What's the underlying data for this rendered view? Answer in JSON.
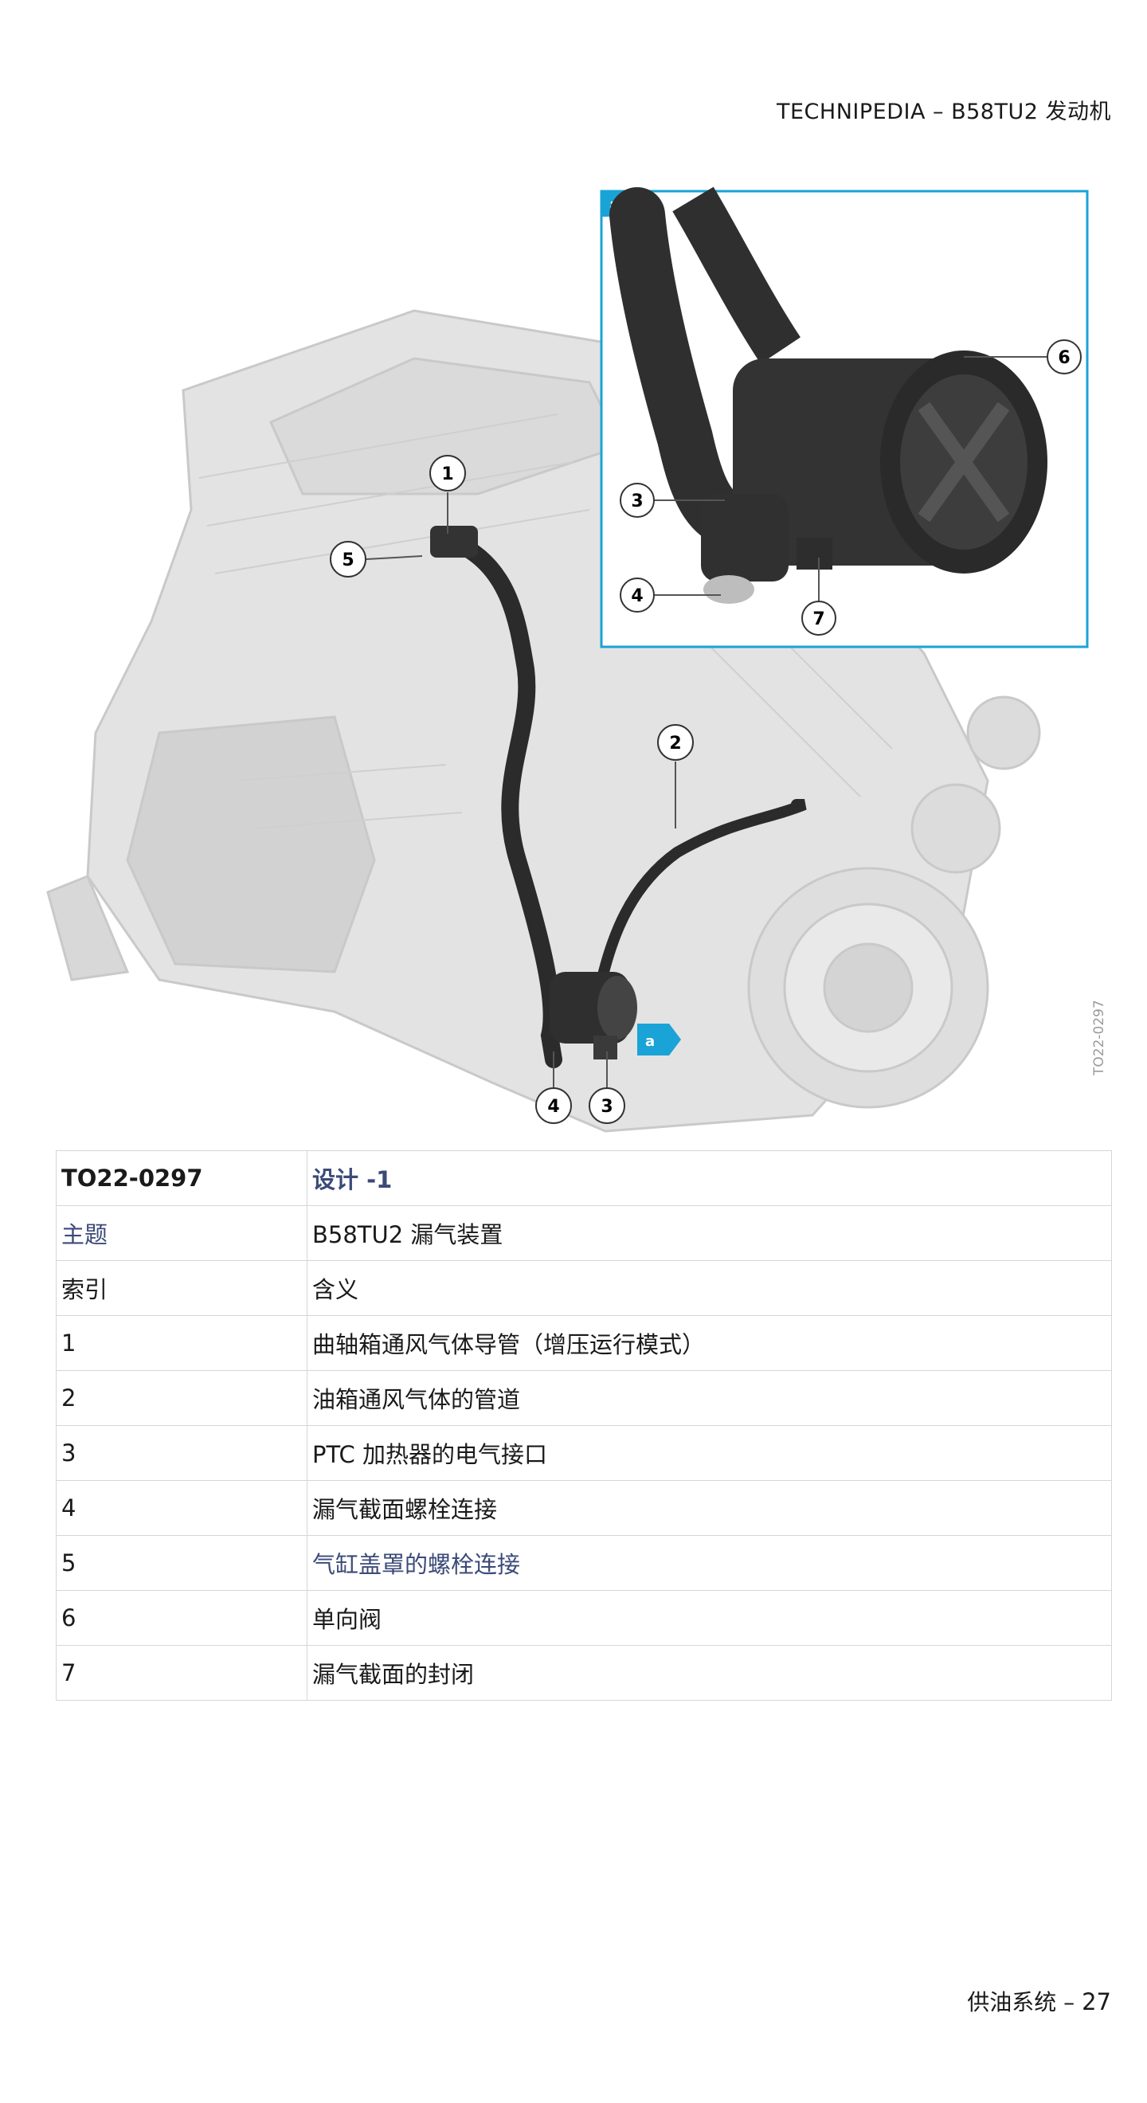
{
  "header": {
    "text": "TECHNIPEDIA – B58TU2 发动机"
  },
  "figure": {
    "callouts": [
      "1",
      "2",
      "3",
      "4",
      "5",
      "3",
      "4",
      "6",
      "7"
    ],
    "detail_badge": "a",
    "figure_id": "TO22-0297",
    "colors": {
      "frame": "#1aa3d6",
      "engine": "#d6d6d6",
      "hose": "#2b2b2b"
    }
  },
  "legend": {
    "header": {
      "id": "TO22-0297",
      "title": "设计 -1"
    },
    "subject": {
      "label": "主题",
      "value": "B58TU2 漏气装置"
    },
    "columns": {
      "index": "索引",
      "meaning": "含义"
    },
    "rows": [
      {
        "index": "1",
        "meaning": "曲轴箱通风气体导管（增压运行模式）"
      },
      {
        "index": "2",
        "meaning": "油箱通风气体的管道"
      },
      {
        "index": "3",
        "meaning": "PTC 加热器的电气接口"
      },
      {
        "index": "4",
        "meaning": "漏气截面螺栓连接"
      },
      {
        "index": "5",
        "meaning": "气缸盖罩的螺栓连接"
      },
      {
        "index": "6",
        "meaning": "单向阀"
      },
      {
        "index": "7",
        "meaning": "漏气截面的封闭"
      }
    ]
  },
  "footer": {
    "section": "供油系统 –",
    "page": "27"
  }
}
